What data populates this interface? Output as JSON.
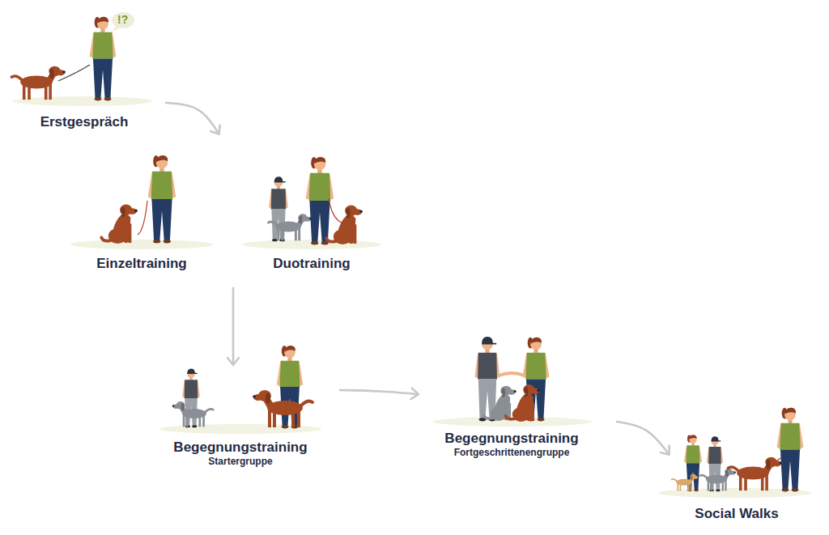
{
  "diagram": {
    "nodes": [
      {
        "text": [
          "Erstgespräch"
        ]
      },
      {
        "text": [
          "Einzeltraining"
        ]
      },
      {
        "text": [
          "Duotraining"
        ]
      },
      {
        "text": [
          "Begegnungstraining",
          "Startergruppe"
        ]
      },
      {
        "text": [
          "Begegnungstraining",
          "Fortgeschrittenengruppe"
        ]
      },
      {
        "text": [
          "Social Walks"
        ]
      }
    ],
    "edges": [
      {
        "from": 0,
        "to": 1,
        "arrow": "to"
      },
      {
        "from": 1,
        "to": 3,
        "arrow": "to"
      },
      {
        "from": 3,
        "to": 4,
        "arrow": "to"
      },
      {
        "from": 4,
        "to": 5,
        "arrow": "to"
      }
    ],
    "labels": [
      "!?"
    ]
  }
}
